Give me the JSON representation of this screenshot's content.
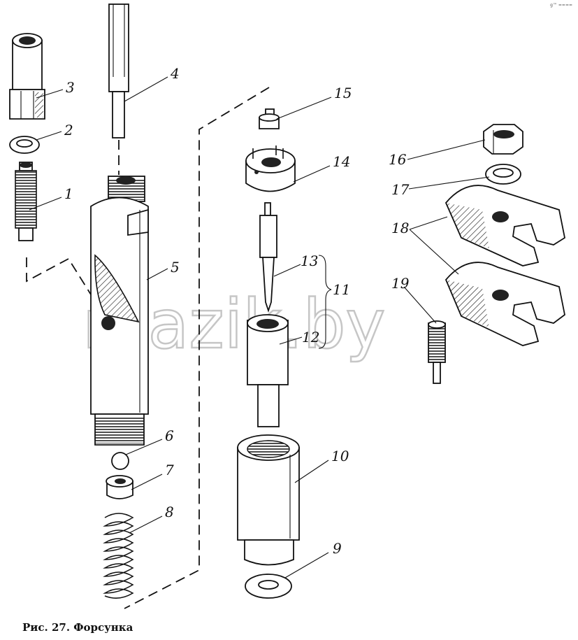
{
  "caption": "Рис. 27. Форсунка",
  "corner_mark": "g™ ====",
  "watermark": "mazik.by",
  "labels": {
    "p1": "1",
    "p2": "2",
    "p3": "3",
    "p4": "4",
    "p5": "5",
    "p6": "6",
    "p7": "7",
    "p8": "8",
    "p9": "9",
    "p10": "10",
    "p11": "11",
    "p12": "12",
    "p13": "13",
    "p14": "14",
    "p15": "15",
    "p16": "16",
    "p17": "17",
    "p18": "18",
    "p19": "19"
  }
}
